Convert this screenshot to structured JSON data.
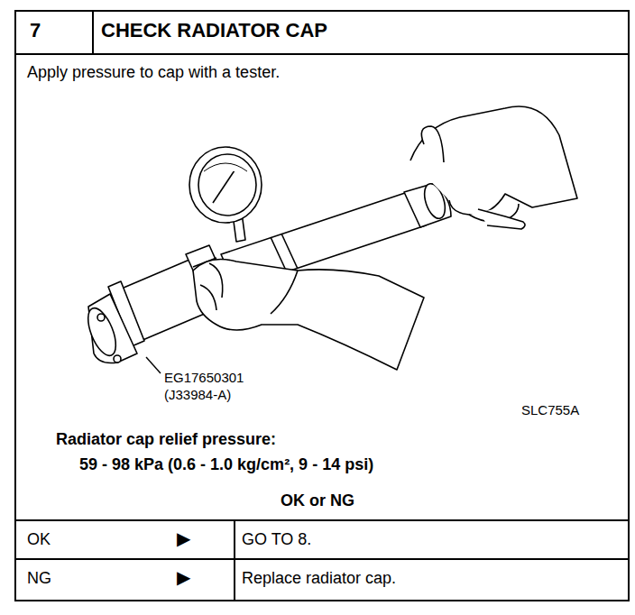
{
  "diagram": {
    "title": "CHECK RADIATOR CAP",
    "labels": [
      "7",
      "Apply pressure to cap with a tester.",
      "EG17650301",
      "(J33984-A)",
      "SLC755A",
      "Radiator cap relief pressure:",
      "59 - 98 kPa (0.6 - 1.0 kg/cm², 9 - 14 psi)",
      "OK or NG",
      "OK",
      "▶",
      "GO TO 8.",
      "NG",
      "▶",
      "Replace radiator cap."
    ]
  }
}
